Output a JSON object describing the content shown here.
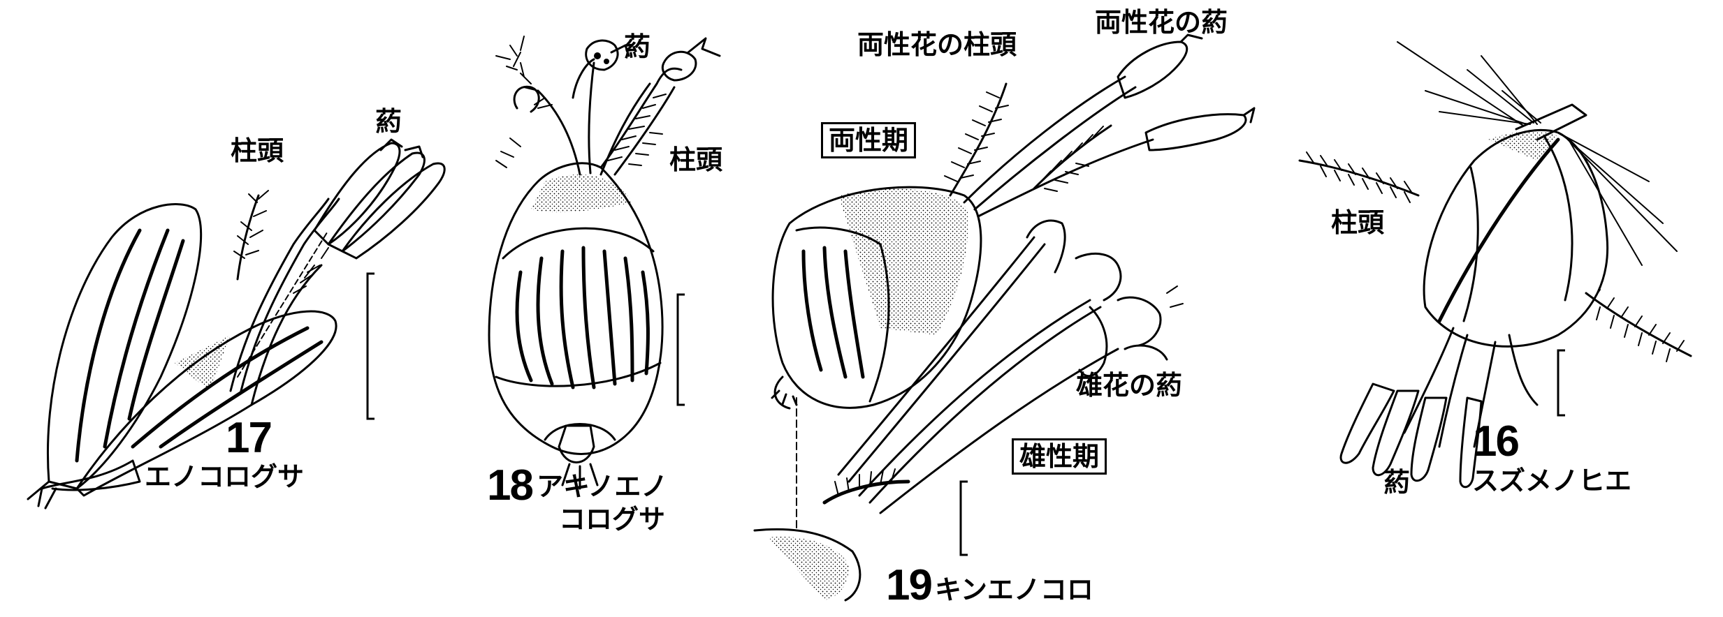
{
  "figures": [
    {
      "number": "17",
      "species": "エノコログサ",
      "labels": {
        "stigma": "柱頭",
        "anther": "葯"
      }
    },
    {
      "number": "18",
      "species_line1": "アキノエノ",
      "species_line2": "コログサ",
      "labels": {
        "stigma": "柱頭",
        "anther": "葯"
      }
    },
    {
      "number": "19",
      "species": "キンエノコロ",
      "labels": {
        "bisexual_stigma": "両性花の柱頭",
        "bisexual_anther": "両性花の葯",
        "bisexual_phase": "両性期",
        "male_anther": "雄花の葯",
        "male_phase": "雄性期"
      }
    },
    {
      "number": "16",
      "species": "スズメノヒエ",
      "labels": {
        "stigma": "柱頭",
        "anther": "葯"
      }
    }
  ]
}
